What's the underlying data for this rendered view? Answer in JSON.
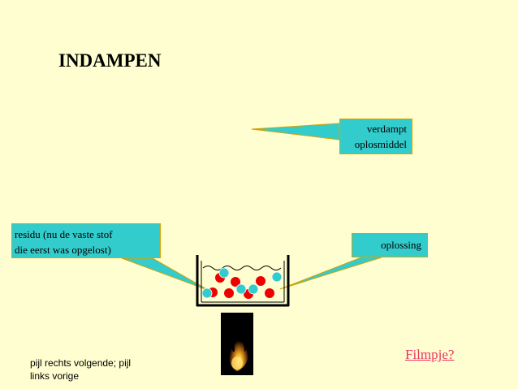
{
  "title": "INDAMPEN",
  "callouts": {
    "verdampt": {
      "line1": "verdampt",
      "line2": "oplosmiddel"
    },
    "residu": {
      "line1": "residu (nu de vaste stof",
      "line2": "die eerst was opgelost)"
    },
    "oplossing": {
      "label": "oplossing"
    }
  },
  "link": {
    "label": "Filmpje?"
  },
  "nav_hint": "pijl rechts volgende; pijl links vorige",
  "colors": {
    "background": "#fefed0",
    "callout_fill": "#33cccc",
    "callout_border": "#d8a000",
    "particle_red": "#ee0000",
    "particle_cyan": "#33cccc",
    "link": "#ee3366"
  }
}
